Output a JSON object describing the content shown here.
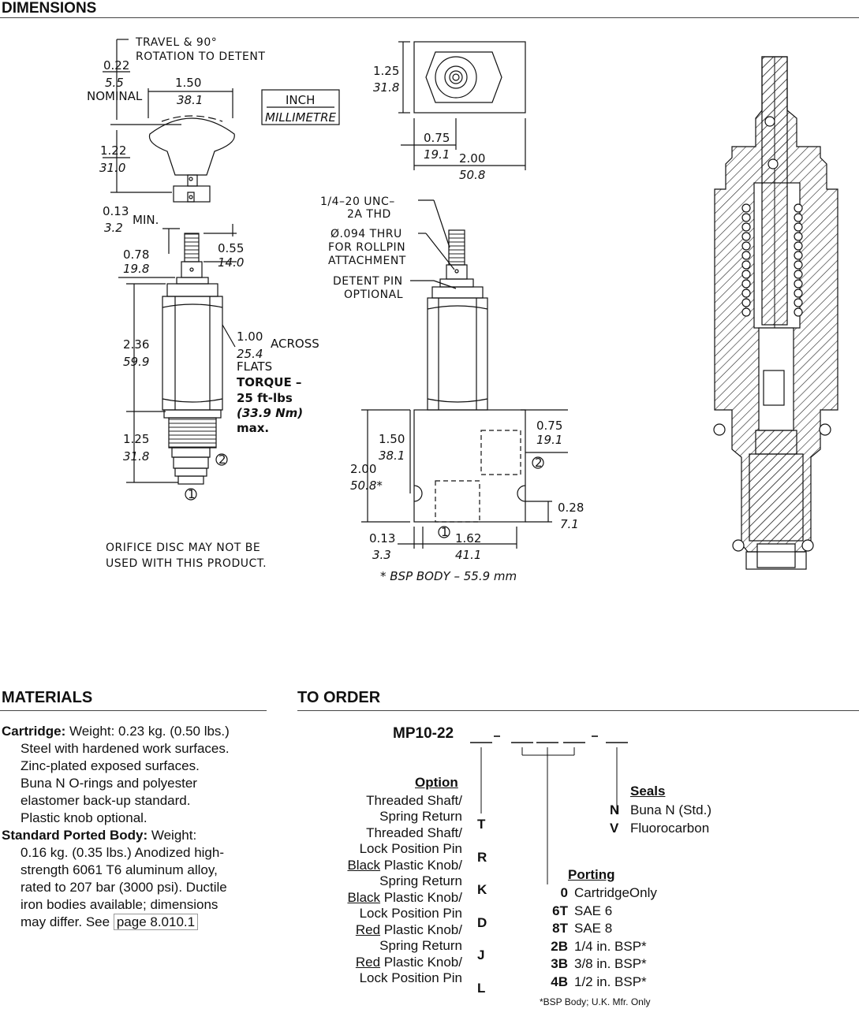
{
  "dimensions": {
    "title": "DIMENSIONS",
    "knob": {
      "travel": "TRAVEL & 90°",
      "rotation": "ROTATION TO DETENT",
      "d1_in": "0.22",
      "d1_mm": "5.5",
      "d1_note": "NOMINAL",
      "d2_in": "1.50",
      "d2_mm": "38.1",
      "d3_in": "1.22",
      "d3_mm": "31.0"
    },
    "units": {
      "inch": "INCH",
      "mm": "MILLIMETRE"
    },
    "cart": {
      "min_in": "0.13",
      "min_mm": "3.2",
      "min": "MIN.",
      "a_in": "0.55",
      "a_mm": "14.0",
      "b_in": "0.78",
      "b_mm": "19.8",
      "c_in": "2.36",
      "c_mm": "59.9",
      "d_in": "1.25",
      "d_mm": "31.8",
      "flats_in": "1.00",
      "flats_mm": "25.4",
      "across": "ACROSS",
      "flats": "FLATS",
      "torque1": "TORQUE –",
      "torque2": "25 ft-lbs",
      "torque3": "(33.9 Nm)",
      "torque4": "max.",
      "port1": "1",
      "port2": "2"
    },
    "body_top": {
      "h_in": "1.25",
      "h_mm": "31.8",
      "a_in": "0.75",
      "a_mm": "19.1",
      "w_in": "2.00",
      "w_mm": "50.8"
    },
    "thread": {
      "t1": "1/4–20 UNC–",
      "t2": "2A THD",
      "r1": "Ø.094 THRU",
      "r2": "FOR ROLLPIN",
      "r3": "ATTACHMENT",
      "p1": "DETENT PIN",
      "p2": "OPTIONAL"
    },
    "body": {
      "a_in": "1.50",
      "a_mm": "38.1",
      "b_in": "2.00",
      "b_mm": "50.8*",
      "c_in": "0.75",
      "c_mm": "19.1",
      "d_in": "0.28",
      "d_mm": "7.1",
      "e_in": "0.13",
      "e_mm": "3.3",
      "f_in": "1.62",
      "f_mm": "41.1",
      "port1": "1",
      "port2": "2",
      "bsp": "* BSP BODY – 55.9 mm"
    },
    "orifice1": "ORIFICE DISC MAY NOT BE",
    "orifice2": "USED WITH THIS PRODUCT."
  },
  "materials": {
    "title": "MATERIALS",
    "cart_label": "Cartridge:",
    "cart_first": "Weight: 0.23 kg. (0.50 lbs.)",
    "cart_lines": [
      "Steel with hardened work surfaces.",
      "Zinc-plated exposed surfaces.",
      "Buna N O-rings and polyester",
      "elastomer back-up standard.",
      "Plastic knob optional."
    ],
    "body_label": "Standard Ported Body:",
    "body_first": "Weight:",
    "body_lines": [
      "0.16 kg. (0.35 lbs.) Anodized high-",
      "strength 6061 T6 aluminum alloy,",
      "rated to 207 bar (3000 psi). Ductile",
      "iron bodies available; dimensions"
    ],
    "body_last": "may differ. See",
    "link": "page 8.010.1"
  },
  "order": {
    "title": "TO ORDER",
    "model": "MP10-22",
    "option_header": "Option",
    "options": [
      {
        "l1": "Threaded Shaft/",
        "l1_u": "",
        "l2": "Spring Return",
        "code": "T"
      },
      {
        "l1": "Threaded Shaft/",
        "l1_u": "",
        "l2": "Lock Position Pin",
        "code": "R"
      },
      {
        "l1": " Plastic Knob/",
        "l1_u": "Black",
        "l2": "Spring Return",
        "code": "K"
      },
      {
        "l1": " Plastic Knob/",
        "l1_u": "Black",
        "l2": "Lock Position Pin",
        "code": "D"
      },
      {
        "l1": " Plastic Knob/",
        "l1_u": "Red",
        "l2": "Spring Return",
        "code": "J"
      },
      {
        "l1": " Plastic Knob/",
        "l1_u": "Red",
        "l2": "Lock Position Pin",
        "code": "L"
      }
    ],
    "seals_header": "Seals",
    "seals": [
      {
        "code": "N",
        "label": "Buna N (Std.)"
      },
      {
        "code": "V",
        "label": "Fluorocarbon"
      }
    ],
    "porting_header": "Porting",
    "porting": [
      {
        "code": "0",
        "label": "CartridgeOnly"
      },
      {
        "code": "6T",
        "label": "SAE 6"
      },
      {
        "code": "8T",
        "label": "SAE 8"
      },
      {
        "code": "2B",
        "label": "1/4 in. BSP*"
      },
      {
        "code": "3B",
        "label": "3/8 in. BSP*"
      },
      {
        "code": "4B",
        "label": "1/2 in. BSP*"
      }
    ],
    "footnote": "*BSP Body; U.K. Mfr. Only"
  }
}
